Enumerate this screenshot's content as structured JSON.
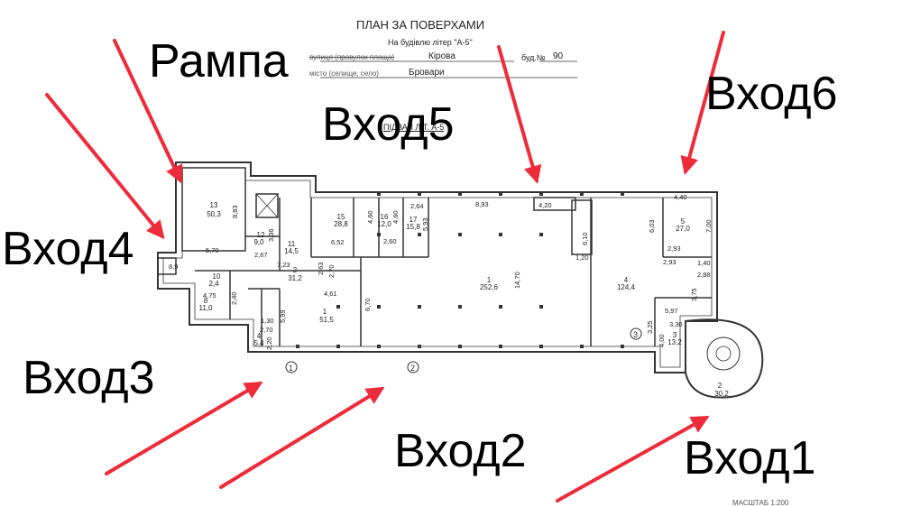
{
  "header": {
    "title": "ПЛАН ЗА ПОВЕРХАМИ",
    "subtitle": "На будівлю літер \"А-5\"",
    "street_label": "вулиця (провулок площа)",
    "street_value": "Кірова",
    "building_label": "буд.№",
    "building_value": "90",
    "city_label": "місто (селище, село)",
    "city_value": "Бровари",
    "floor_label": "ПІДВАЛ ЛІТ. А-5"
  },
  "annotations": {
    "ramp": "Рампа",
    "entry1": "Вход1",
    "entry2": "Вход2",
    "entry3": "Вход3",
    "entry4": "Вход4",
    "entry5": "Вход5",
    "entry6": "Вход6"
  },
  "axis_markers": [
    "1",
    "2",
    "3"
  ],
  "rooms": [
    {
      "num": "13",
      "area": "50,3"
    },
    {
      "num": "15",
      "area": "28,8"
    },
    {
      "num": "16",
      "area": "12,0"
    },
    {
      "num": "17",
      "area": "15,8"
    },
    {
      "num": "12",
      "area": "9,0"
    },
    {
      "num": "11",
      "area": "14,5"
    },
    {
      "num": "1",
      "area": "252,6"
    },
    {
      "num": "4",
      "area": "124,4"
    },
    {
      "num": "5",
      "area": "27,0"
    },
    {
      "num": "2",
      "area": "31,2"
    },
    {
      "num": "10",
      "area": "2,4"
    },
    {
      "num": "8",
      "area": "11,0"
    },
    {
      "num": "1",
      "area": "51,5"
    },
    {
      "num": "4",
      "area": "5,4"
    },
    {
      "num": "3",
      "area": "13,2"
    },
    {
      "num": "2",
      "area": "30,2"
    }
  ],
  "dimensions": [
    "8,83",
    "5,70",
    "3,36",
    "6,52",
    "4,60",
    "4,60",
    "2,60",
    "2,64",
    "5,93",
    "8,93",
    "4,20",
    "6,10",
    "14,70",
    "1,20",
    "6,03",
    "4,40",
    "7,00",
    "2,93",
    "2,93",
    "1,40",
    "2,88",
    "3,75",
    "5,97",
    "3,30",
    "4,00",
    "3,25",
    "7,23",
    "2,67",
    "2,63",
    "2,70",
    "4,61",
    "6,70",
    "4,75",
    "2,40",
    "5,99",
    "1,30",
    "2,70",
    "2,20",
    "8,9"
  ],
  "footer": {
    "scale": "МАСШТАБ 1:200"
  },
  "colors": {
    "arrow": "#ee2b3a",
    "line": "#333333"
  }
}
